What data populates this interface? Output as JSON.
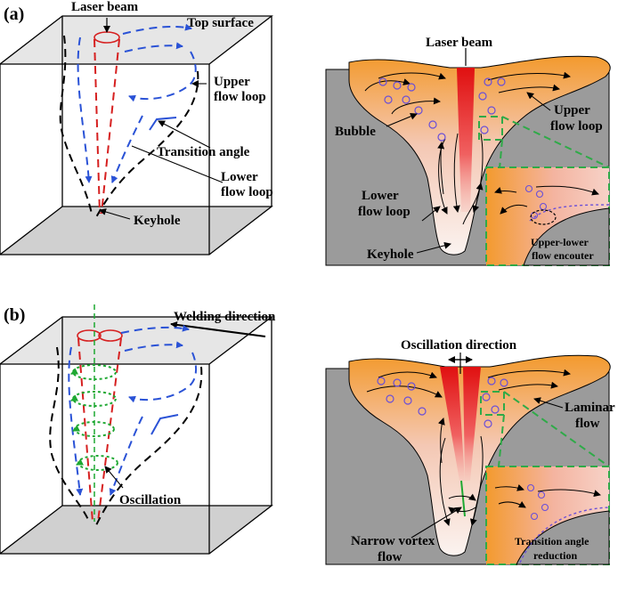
{
  "panel_a": {
    "tag": "(a)",
    "left_labels": {
      "laser_beam": "Laser beam",
      "top_surface": "Top surface",
      "upper_flow_loop_1": "Upper",
      "upper_flow_loop_2": "flow loop",
      "transition_angle": "Transition angle",
      "lower_flow_loop_1": "Lower",
      "lower_flow_loop_2": "flow loop",
      "keyhole": "Keyhole"
    },
    "right_labels": {
      "laser_beam": "Laser beam",
      "bubble": "Bubble",
      "upper_flow_loop_1": "Upper",
      "upper_flow_loop_2": "flow loop",
      "lower_flow_loop_1": "Lower",
      "lower_flow_loop_2": "flow loop",
      "keyhole": "Keyhole",
      "inset_1": "Upper-lower",
      "inset_2": "flow encouter"
    }
  },
  "panel_b": {
    "tag": "(b)",
    "left_labels": {
      "welding_direction": "Welding direction",
      "oscillation": "Oscillation"
    },
    "right_labels": {
      "oscillation_direction": "Oscillation direction",
      "laminar_1": "Laminar",
      "laminar_2": "flow",
      "narrow_vortex_1": "Narrow vortex",
      "narrow_vortex_2": "flow",
      "inset_1": "Transition angle",
      "inset_2": "reduction"
    }
  },
  "colors": {
    "flow_blue": "#2a52d6",
    "beam_red": "#d62020",
    "oscillation_green": "#1ea832",
    "melt_orange": "#f39a2e",
    "base_gray": "#9b9b9b"
  }
}
